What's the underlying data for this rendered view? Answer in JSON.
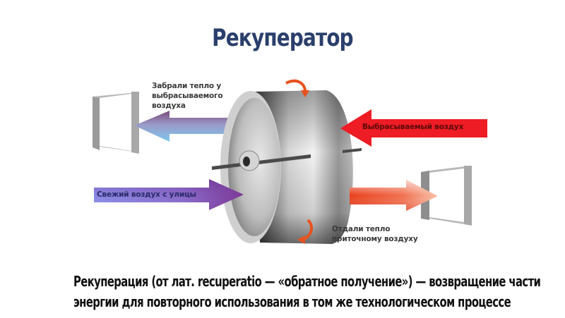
{
  "title": "Рекуператор",
  "diagram": {
    "labels": {
      "exhaust_out_line1": "Забрали тепло у",
      "exhaust_out_line2": "выбрасываемого",
      "exhaust_out_line3": "воздуха",
      "exhaust_in": "Выбрасываемый воздух",
      "fresh_in": "Свежий воздух с улицы",
      "supply_out_line1": "Отдали тепло",
      "supply_out_line2": "приточному воздуху"
    },
    "colors": {
      "title": "#2a3f6b",
      "exhaust_in_arrow": "#ee1c24",
      "fresh_in_arrow_start": "#8a90e8",
      "fresh_in_arrow_end": "#7a2a8a",
      "exhaust_out_arrow_top": "#7a4a7a",
      "exhaust_out_arrow_bottom": "#7ec8ee",
      "supply_out_arrow": "#f05a28",
      "rotation_arrows": "#e8521e",
      "frames": "#9a9a9a"
    }
  },
  "caption": {
    "line1": "Рекуперация (от лат. recuperatio — «обратное получение») — возвращение части",
    "line2": "энергии для повторного  использования в том же технологическом  процессе"
  }
}
